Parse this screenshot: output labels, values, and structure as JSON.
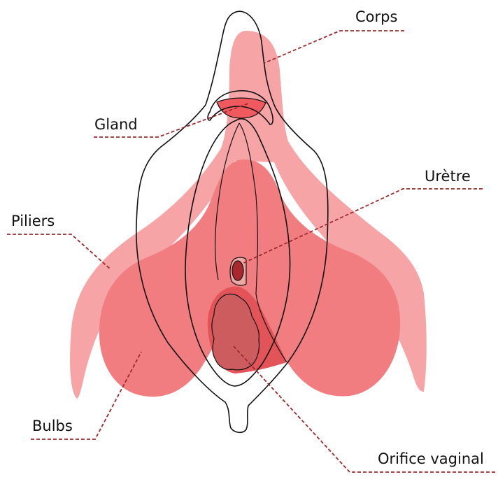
{
  "colors": {
    "pillars": "#F7A4A6",
    "bulbs": "#F27D80",
    "glans": "#F05A5E",
    "vaginal_orifice_outer": "#E25458",
    "vaginal_orifice_inner": "#CC5C5E",
    "urethra": "#A8282D",
    "urethra_frame": "#EFA7A4",
    "outline": "#111111",
    "leader_line": "#9B2A2E"
  },
  "labels": {
    "corps": "Corps",
    "gland": "Gland",
    "uretre": "Urètre",
    "piliers": "Piliers",
    "bulbs": "Bulbs",
    "orifice_vaginal": "Orifice vaginal"
  }
}
